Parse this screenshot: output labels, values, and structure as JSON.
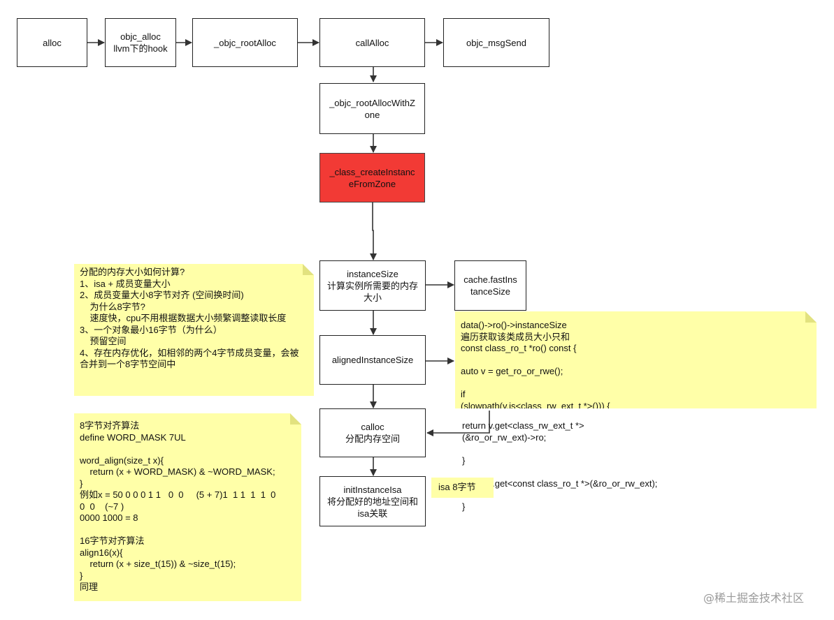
{
  "nodes": {
    "alloc": "alloc",
    "objc_alloc": "objc_alloc\nllvm下的hook",
    "objc_rootAlloc": "_objc_rootAlloc",
    "callAlloc": "callAlloc",
    "objc_msgSend": "objc_msgSend",
    "objc_rootAllocWithZone": "_objc_rootAllocWithZ\none",
    "class_createInstanceFromZone": "_class_createInstanc\neFromZone",
    "instanceSize": "instanceSize\n计算实例所需要的内存\n大小",
    "cache_fastInstanceSize": "cache.fastIns\ntanceSize",
    "alignedInstanceSize": "alignedInstanceSize",
    "calloc": "calloc\n分配内存空间",
    "initInstanceIsa": "initInstanceIsa\n将分配好的地址空间和\nisa关联"
  },
  "notes": {
    "memory_calc": "分配的内存大小如何计算?\n1、isa + 成员变量大小\n2、成员变量大小8字节对齐 (空间换时间)\n    为什么8字节?\n    速度快，cpu不用根据数据大小频繁调整读取长度\n3、一个对象最小16字节（为什么）\n    预留空间\n4、存在内存优化，如相邻的两个4字节成员变量，会被\n合并到一个8字节空间中",
    "align_algo": "8字节对齐算法\ndefine WORD_MASK 7UL\n\nword_align(size_t x){\n    return (x + WORD_MASK) & ~WORD_MASK;\n}\n例如x = 50 0 0 0 1 1   0  0     (5 + 7)1  1 1  1  1  0\n0  0    (~7 )\n0000 1000 = 8\n\n16字节对齐算法\nalign16(x){\n    return (x + size_t(15)) & ~size_t(15);\n}\n同理",
    "ro_code": "data()->ro()->instanceSize\n遍历获取该类成员大小只和\nconst class_ro_t *ro() const {\n\nauto v = get_ro_or_rwe();\n\nif\n(slowpath(v.is<class_rw_ext_t *>())) {",
    "ro_code_tail": "return v.get<class_rw_ext_t *>\n(&ro_or_rw_ext)->ro;\n\n}\n\nreturn v.get<const class_ro_t *>(&ro_or_rw_ext);\n\n}",
    "isa_label": "isa 8字节"
  },
  "watermark": "@稀土掘金技术社区",
  "colors": {
    "highlight_node": "#f23a35",
    "sticky_note": "#ffffa8"
  }
}
